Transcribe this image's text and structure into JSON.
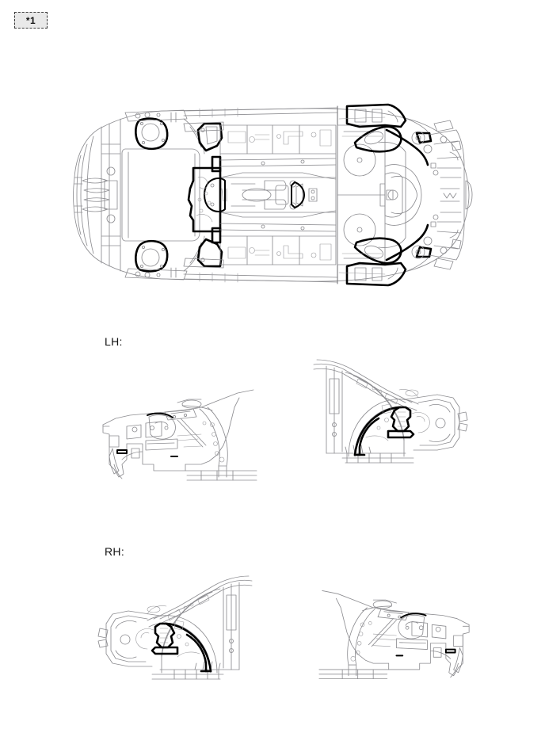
{
  "document": {
    "type": "vehicle-body-repair-illustration",
    "footnote_marker": "*1"
  },
  "labels": {
    "lh": "LH:",
    "rh": "RH:"
  },
  "figures": [
    {
      "id": "underbody",
      "name": "vehicle-underbody-view",
      "description": "Underbody plan view of vehicle showing floor pan, frame rails, propeller shaft, front and rear suspension with highlighted repair areas"
    },
    {
      "id": "lh-front",
      "name": "lh-front-body-structure",
      "description": "Left hand front body / apron structure side view with highlighted section"
    },
    {
      "id": "lh-rear",
      "name": "lh-rear-quarter-structure",
      "description": "Left hand rear quarter wheel house structure with highlighted repair area"
    },
    {
      "id": "rh-rear",
      "name": "rh-rear-quarter-structure",
      "description": "Right hand rear quarter wheel house structure with highlighted repair area"
    },
    {
      "id": "rh-front",
      "name": "rh-front-body-structure",
      "description": "Right hand front body / apron structure side view with highlighted section"
    }
  ],
  "colors": {
    "background": "#ffffff",
    "line_light": "#8d8d91",
    "line_medium": "#6f6f74",
    "highlight": "#000000",
    "chip_fill": "#e9e9e9",
    "chip_border": "#3a3a3a",
    "text": "#111111"
  }
}
